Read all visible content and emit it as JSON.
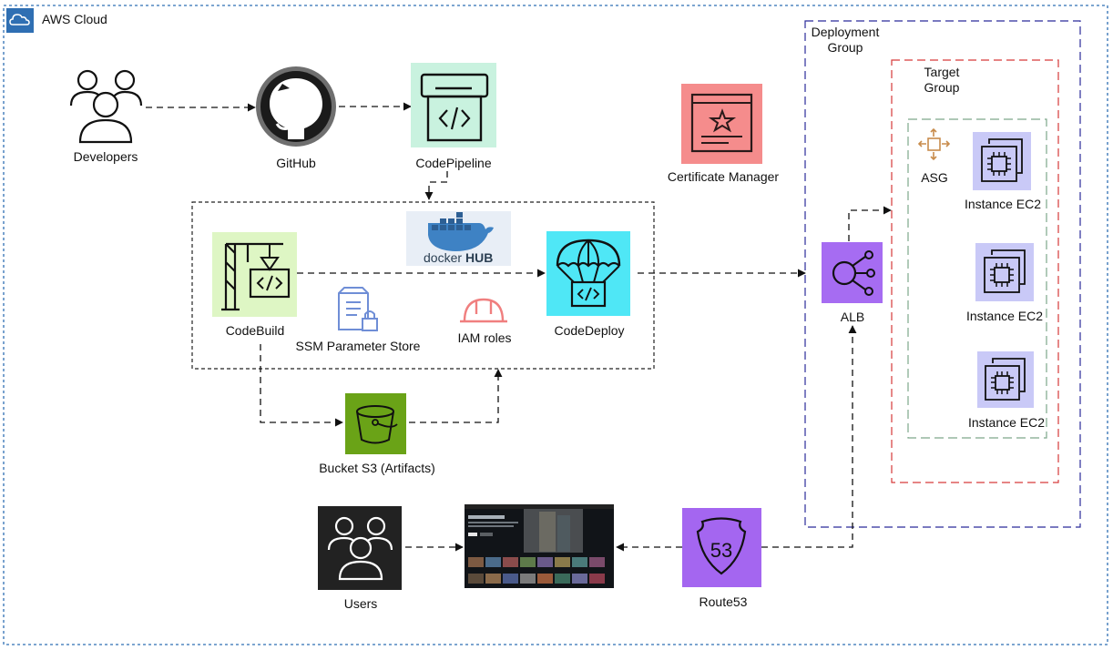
{
  "cloud": {
    "title": "AWS Cloud"
  },
  "deployment_group": {
    "label": "Deployment\nGroup"
  },
  "target_group": {
    "label": "Target\nGroup"
  },
  "nodes": {
    "developers": "Developers",
    "github": "GitHub",
    "codepipeline": "CodePipeline",
    "certificate_manager": "Certificate Manager",
    "codebuild": "CodeBuild",
    "dockerhub_text": "docker",
    "dockerhub_hub": "HUB",
    "ssm": "SSM Parameter Store",
    "iam": "IAM roles",
    "codedeploy": "CodeDeploy",
    "s3": "Bucket S3 (Artifacts)",
    "alb": "ALB",
    "asg": "ASG",
    "ec2_1": "Instance EC2",
    "ec2_2": "Instance EC2",
    "ec2_3": "Instance EC2",
    "users": "Users",
    "route53": "Route53",
    "route53_badge": "53"
  },
  "colors": {
    "cloud_border": "#2f6fb3",
    "deployment_border": "#2b2b9a",
    "target_border": "#d63a3a",
    "asg_border": "#7da78a",
    "codepipeline_bg": "#c9f2df",
    "cert_bg": "#f58c8c",
    "codebuild_bg": "#def6c4",
    "codedeploy_bg": "#4fe7f6",
    "s3_bg": "#6aa317",
    "alb_bg": "#a66cf2",
    "ec2_bg": "#c9c9f7",
    "route53_bg": "#a466f0",
    "users_bg": "#222222",
    "ssm_color": "#6f8ed6",
    "iam_color": "#f07f7f",
    "asg_icon": "#c88c4c"
  }
}
